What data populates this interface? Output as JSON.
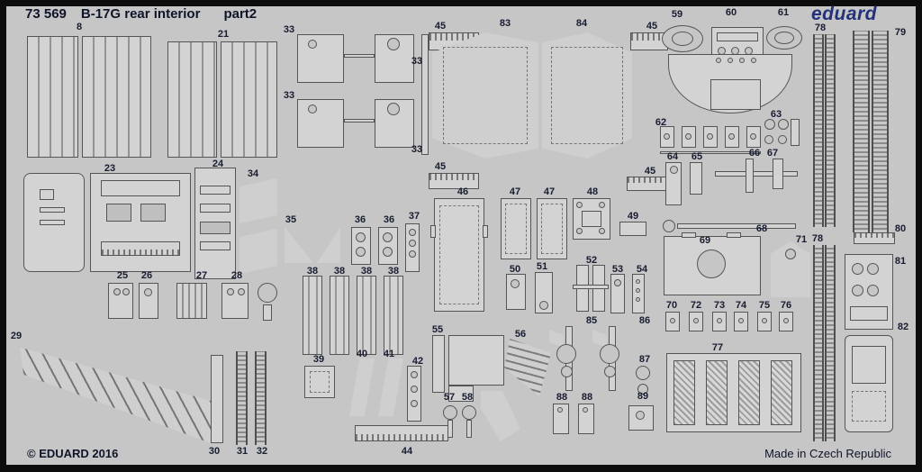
{
  "header": {
    "catalog": "73 569",
    "title": "B-17G rear interior",
    "part": "part2",
    "brand": "eduard"
  },
  "footer": {
    "copyright": "© EDUARD 2016",
    "made_in": "Made in Czech Republic"
  },
  "colors": {
    "frame": "#0d0d0d",
    "sheet": "#c6c6c6",
    "part_fill": "#d3d3d3",
    "outline": "#555555",
    "brand_blue": "#233178",
    "label_text": "#181c30"
  },
  "labels": [
    "8",
    "21",
    "33",
    "33",
    "33",
    "33",
    "45",
    "83",
    "84",
    "45",
    "59",
    "60",
    "61",
    "78",
    "79",
    "62",
    "63",
    "64",
    "65",
    "66",
    "67",
    "23",
    "24",
    "34",
    "45",
    "46",
    "47",
    "47",
    "48",
    "45",
    "49",
    "35",
    "36",
    "36",
    "37",
    "68",
    "69",
    "71",
    "78",
    "80",
    "81",
    "25",
    "26",
    "27",
    "28",
    "38",
    "38",
    "38",
    "38",
    "50",
    "51",
    "52",
    "53",
    "54",
    "70",
    "72",
    "73",
    "74",
    "75",
    "76",
    "82",
    "29",
    "56",
    "85",
    "86",
    "87",
    "77",
    "39",
    "40",
    "41",
    "42",
    "55",
    "57",
    "58",
    "88",
    "88",
    "89",
    "30",
    "31",
    "32",
    "44"
  ]
}
